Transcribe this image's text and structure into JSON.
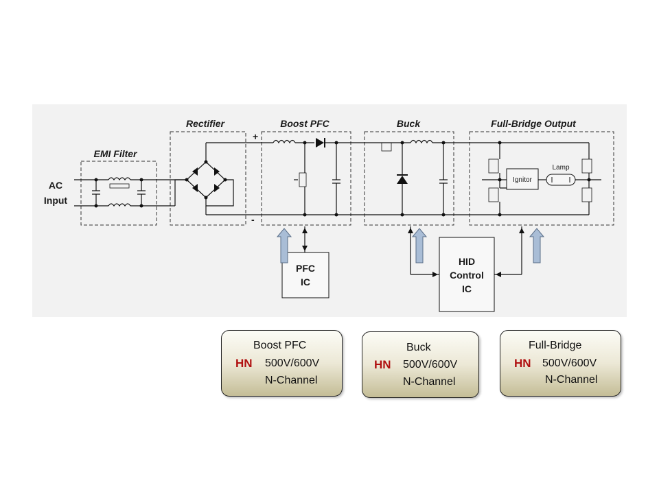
{
  "diagram": {
    "stages": {
      "emi_filter": "EMI Filter",
      "rectifier": "Rectifier",
      "boost_pfc": "Boost PFC",
      "buck": "Buck",
      "full_bridge": "Full-Bridge Output"
    },
    "ac_input": {
      "line1": "AC",
      "line2": "Input"
    },
    "polarity": {
      "plus": "+",
      "minus": "-"
    },
    "pfc_ic": {
      "line1": "PFC",
      "line2": "IC"
    },
    "hid_ic": {
      "line1": "HID",
      "line2": "Control",
      "line3": "IC"
    },
    "ignitor": "Ignitor",
    "lamp": "Lamp"
  },
  "callouts": [
    {
      "title": "Boost PFC",
      "brand": "HN",
      "rating": "500V/600V",
      "type": "N-Channel"
    },
    {
      "title": "Buck",
      "brand": "HN",
      "rating": "500V/600V",
      "type": "N-Channel"
    },
    {
      "title": "Full-Bridge",
      "brand": "HN",
      "rating": "500V/600V",
      "type": "N-Channel"
    }
  ],
  "colors": {
    "brand": "#b01010",
    "arrow_fill": "#a9bdd6",
    "panel": "#f2f2f2"
  }
}
